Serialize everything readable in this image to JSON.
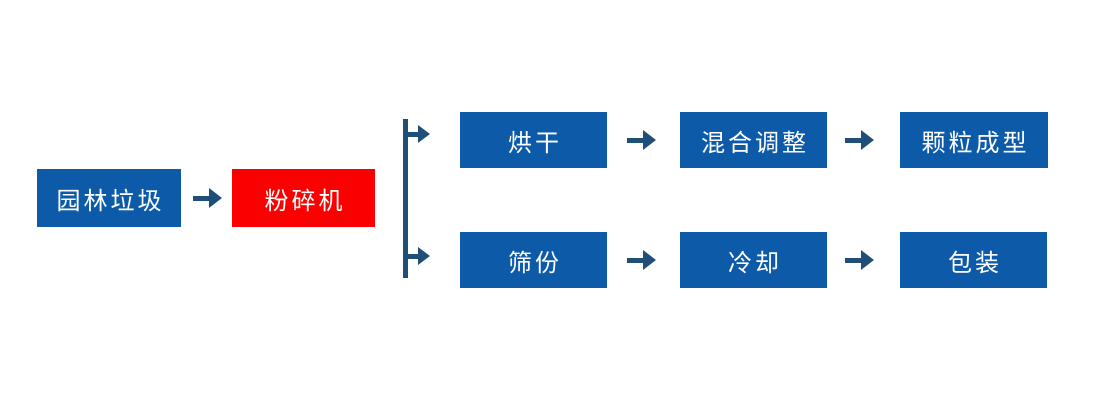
{
  "colors": {
    "background": "#ffffff",
    "box_blue": "#0d5ba8",
    "box_red": "#fb0000",
    "connector_navy": "#1f4e79",
    "label_white": "#ffffff"
  },
  "flowchart": {
    "source": {
      "label": "园林垃圾"
    },
    "crusher": {
      "label": "粉碎机"
    },
    "top_branch": {
      "steps": [
        {
          "label": "烘干"
        },
        {
          "label": "混合调整"
        },
        {
          "label": "颗粒成型"
        }
      ]
    },
    "bottom_branch": {
      "steps": [
        {
          "label": "筛份"
        },
        {
          "label": "冷却"
        },
        {
          "label": "包装"
        }
      ]
    },
    "icons": {
      "arrow_right": "→",
      "branch_split": "vertical-line-with-two-right-arrows"
    }
  }
}
